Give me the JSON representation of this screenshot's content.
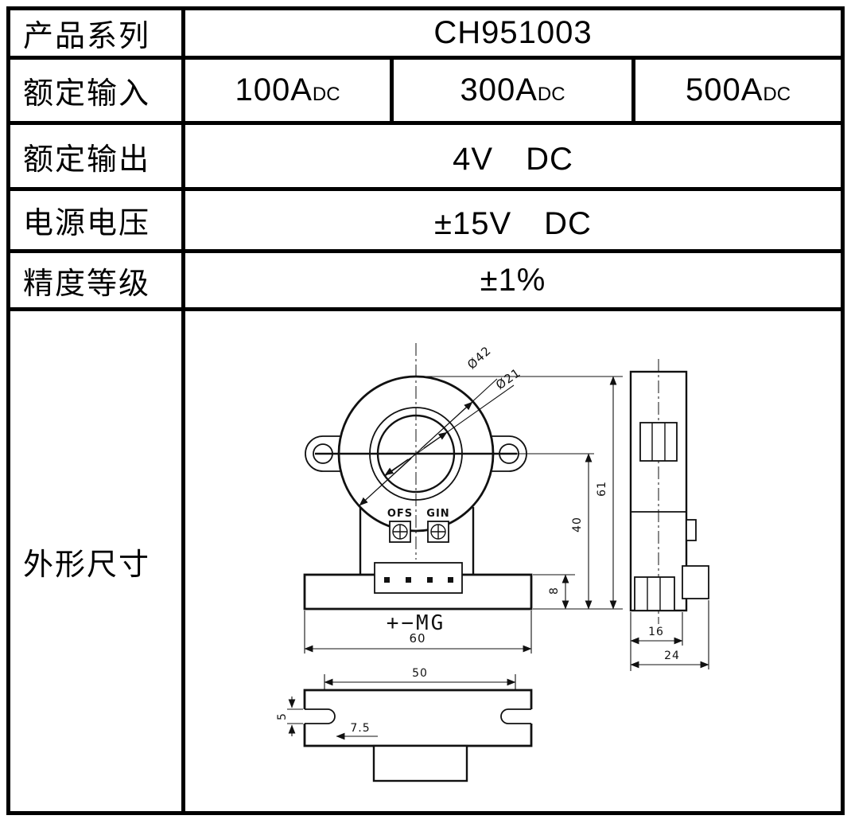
{
  "table": {
    "product_series": {
      "label": "产品系列",
      "value": "CH951003"
    },
    "rated_input": {
      "label": "额定输入",
      "options": [
        {
          "value": "100A",
          "unit": "DC"
        },
        {
          "value": "300A",
          "unit": "DC"
        },
        {
          "value": "500A",
          "unit": "DC"
        }
      ]
    },
    "rated_output": {
      "label": "额定输出",
      "value": "4V　DC"
    },
    "supply_voltage": {
      "label": "电源电压",
      "value": "±15V　DC"
    },
    "accuracy": {
      "label": "精度等级",
      "value": "±1%"
    },
    "dimensions": {
      "label": "外形尺寸"
    }
  },
  "drawing": {
    "front": {
      "dia_outer": "Ø42",
      "dia_inner": "Ø21",
      "ofs": "OFS",
      "gin": "GIN",
      "pin_marking": "+−MG",
      "dim_width": "60",
      "dim_center_to_base": "40",
      "dim_base_thickness": "8",
      "dim_total_height": "61"
    },
    "side": {
      "dim_body_depth": "16",
      "dim_total_depth": "24"
    },
    "bottom": {
      "dim_span": "50",
      "dim_offset": "7.5",
      "dim_slot": "5"
    }
  }
}
